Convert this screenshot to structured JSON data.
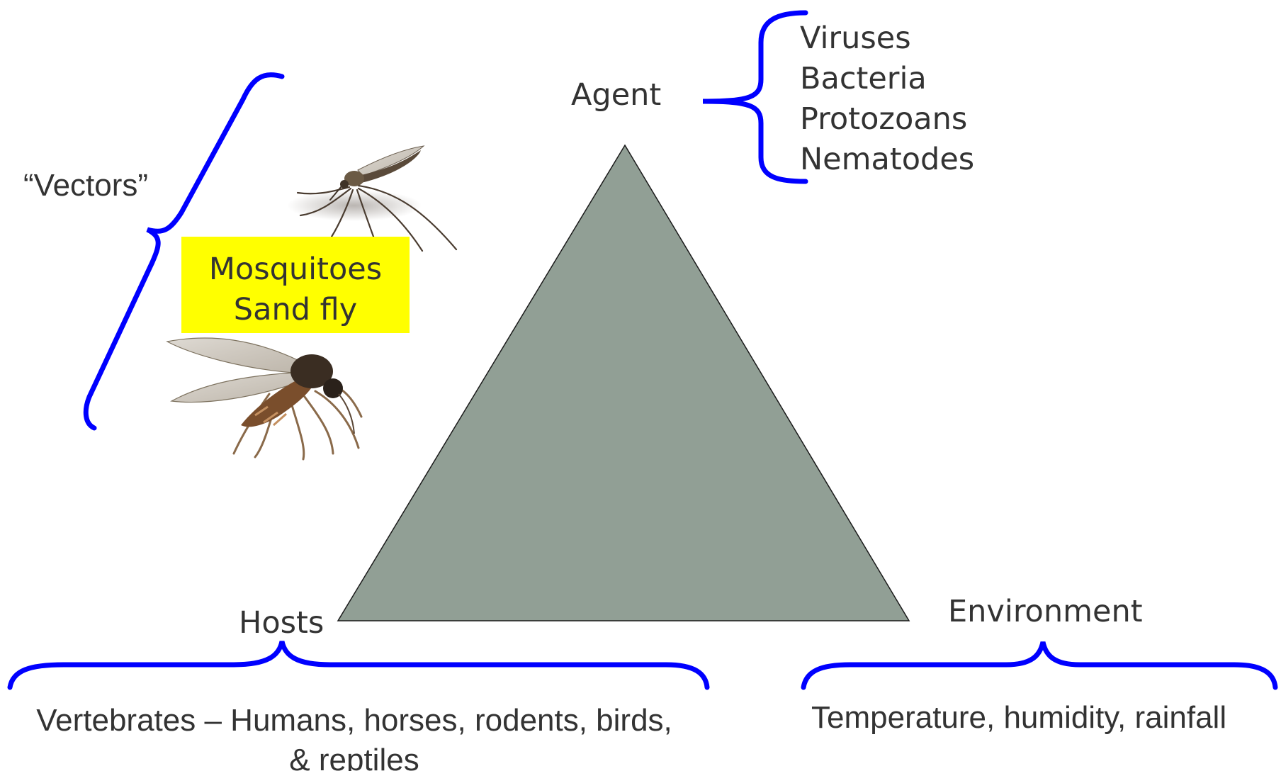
{
  "triangle": {
    "apex_label": "Agent",
    "left_label": "Hosts",
    "right_label": "Environment",
    "fill_color": "#919f95"
  },
  "agent": {
    "items": [
      "Viruses",
      "Bacteria",
      "Protozoans",
      "Nematodes"
    ]
  },
  "vectors": {
    "label": "“Vectors”",
    "highlight_lines": [
      "Mosquitoes",
      "Sand fly"
    ],
    "highlight_color": "#ffff00",
    "images": [
      "mosquito-image",
      "sand-fly-image"
    ]
  },
  "hosts": {
    "detail_line_1": "Vertebrates – Humans, horses, rodents, birds,",
    "detail_line_2": "& reptiles"
  },
  "environment": {
    "detail": "Temperature, humidity, rainfall"
  },
  "colors": {
    "brace": "#0000ff",
    "text": "#333333"
  }
}
